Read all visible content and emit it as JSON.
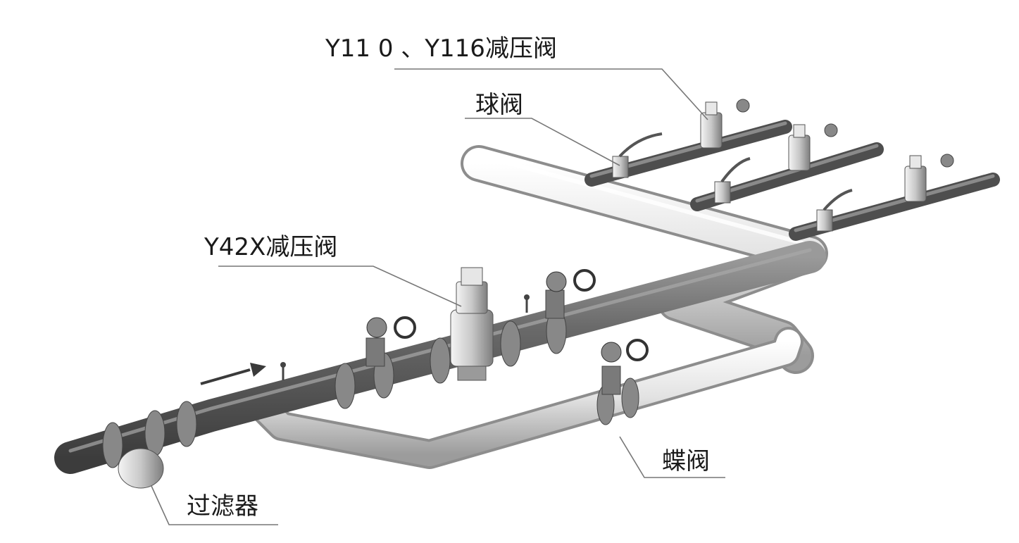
{
  "labels": {
    "top_valves": "Y11 0 、Y116减压阀",
    "ball_valve": "球阀",
    "main_valve": "Y42X减压阀",
    "butterfly_valve": "蝶阀",
    "filter": "过滤器"
  },
  "colors": {
    "pipe_dark": "#6e6e6e",
    "pipe_light": "#d8d8d8",
    "line": "#777777"
  }
}
